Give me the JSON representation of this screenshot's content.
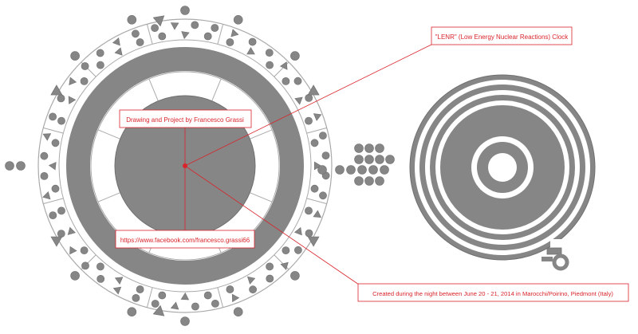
{
  "annotations": {
    "clock_title": "\"LENR\" (Low Energy Nuclear Reactions) Clock",
    "author": "Drawing and Project by Francesco Grassi",
    "link": "https://www.facebook.com/francesco.grassi66",
    "created": "Created during the night between June 20 - 21, 2014 in Marocchi/Poirino, Piedmont (Italy)"
  },
  "colors": {
    "shape_fill": "#858685",
    "shape_stroke": "#6f706f",
    "ring_line": "#a9aaa9",
    "annotation_red": "#d9242b",
    "background": "#ffffff"
  }
}
